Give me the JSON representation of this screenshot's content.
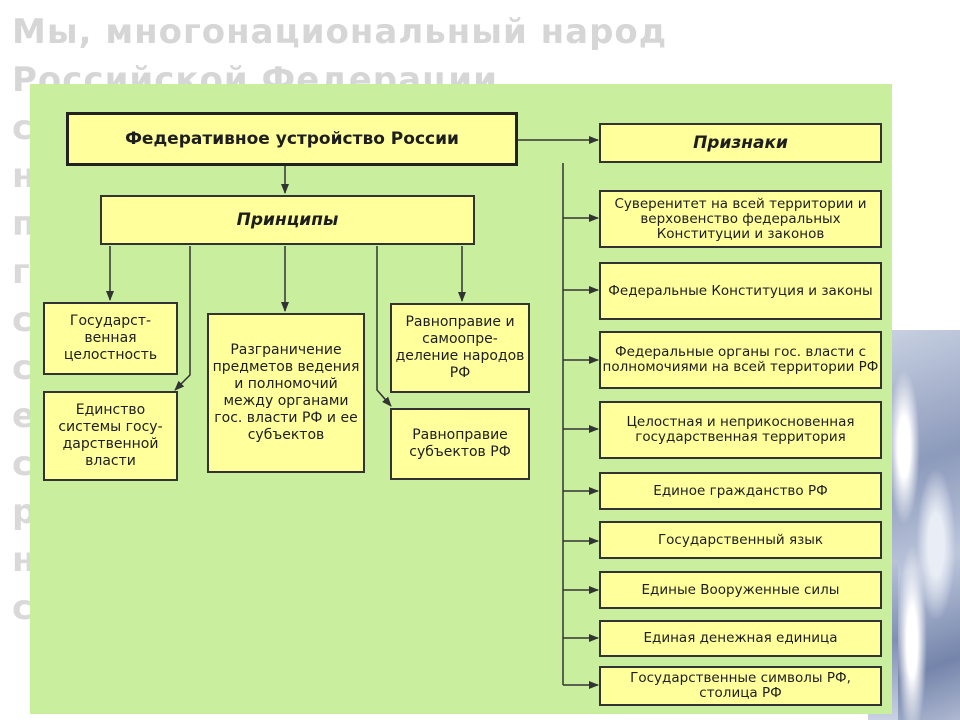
{
  "background": {
    "heading_line1": "Мы, многонациональный народ",
    "heading_line2": "Российской Федерации,",
    "stubs": [
      "с",
      "н",
      "п",
      "г",
      "с",
      "с",
      "е",
      "с",
      "р",
      "н",
      "с"
    ]
  },
  "diagram": {
    "root": "Федеративное устройство России",
    "principles": {
      "title": "Принципы",
      "items": [
        "Государст-венная целостность",
        "Единство системы госу-дарственной власти",
        "Разграничение предметов ведения и полномочий между органами гос. власти РФ и ее субъектов",
        "Равноправие и самоопре-деление народов РФ",
        "Равноправие субъектов РФ"
      ]
    },
    "signs": {
      "title": "Признаки",
      "items": [
        "Суверенитет на всей территории и верховенство федеральных Конституции и законов",
        "Федеральные Конституция и законы",
        "Федеральные органы гос. власти с полномочиями на всей территории РФ",
        "Целостная и неприкосновенная государственная территория",
        "Единое гражданство РФ",
        "Государственный язык",
        "Единые Вооруженные силы",
        "Единая денежная единица",
        "Государственные символы РФ, столица РФ"
      ]
    }
  },
  "colors": {
    "panel": "#c8ee9e",
    "box": "#ffff9c",
    "border": "#333333"
  }
}
